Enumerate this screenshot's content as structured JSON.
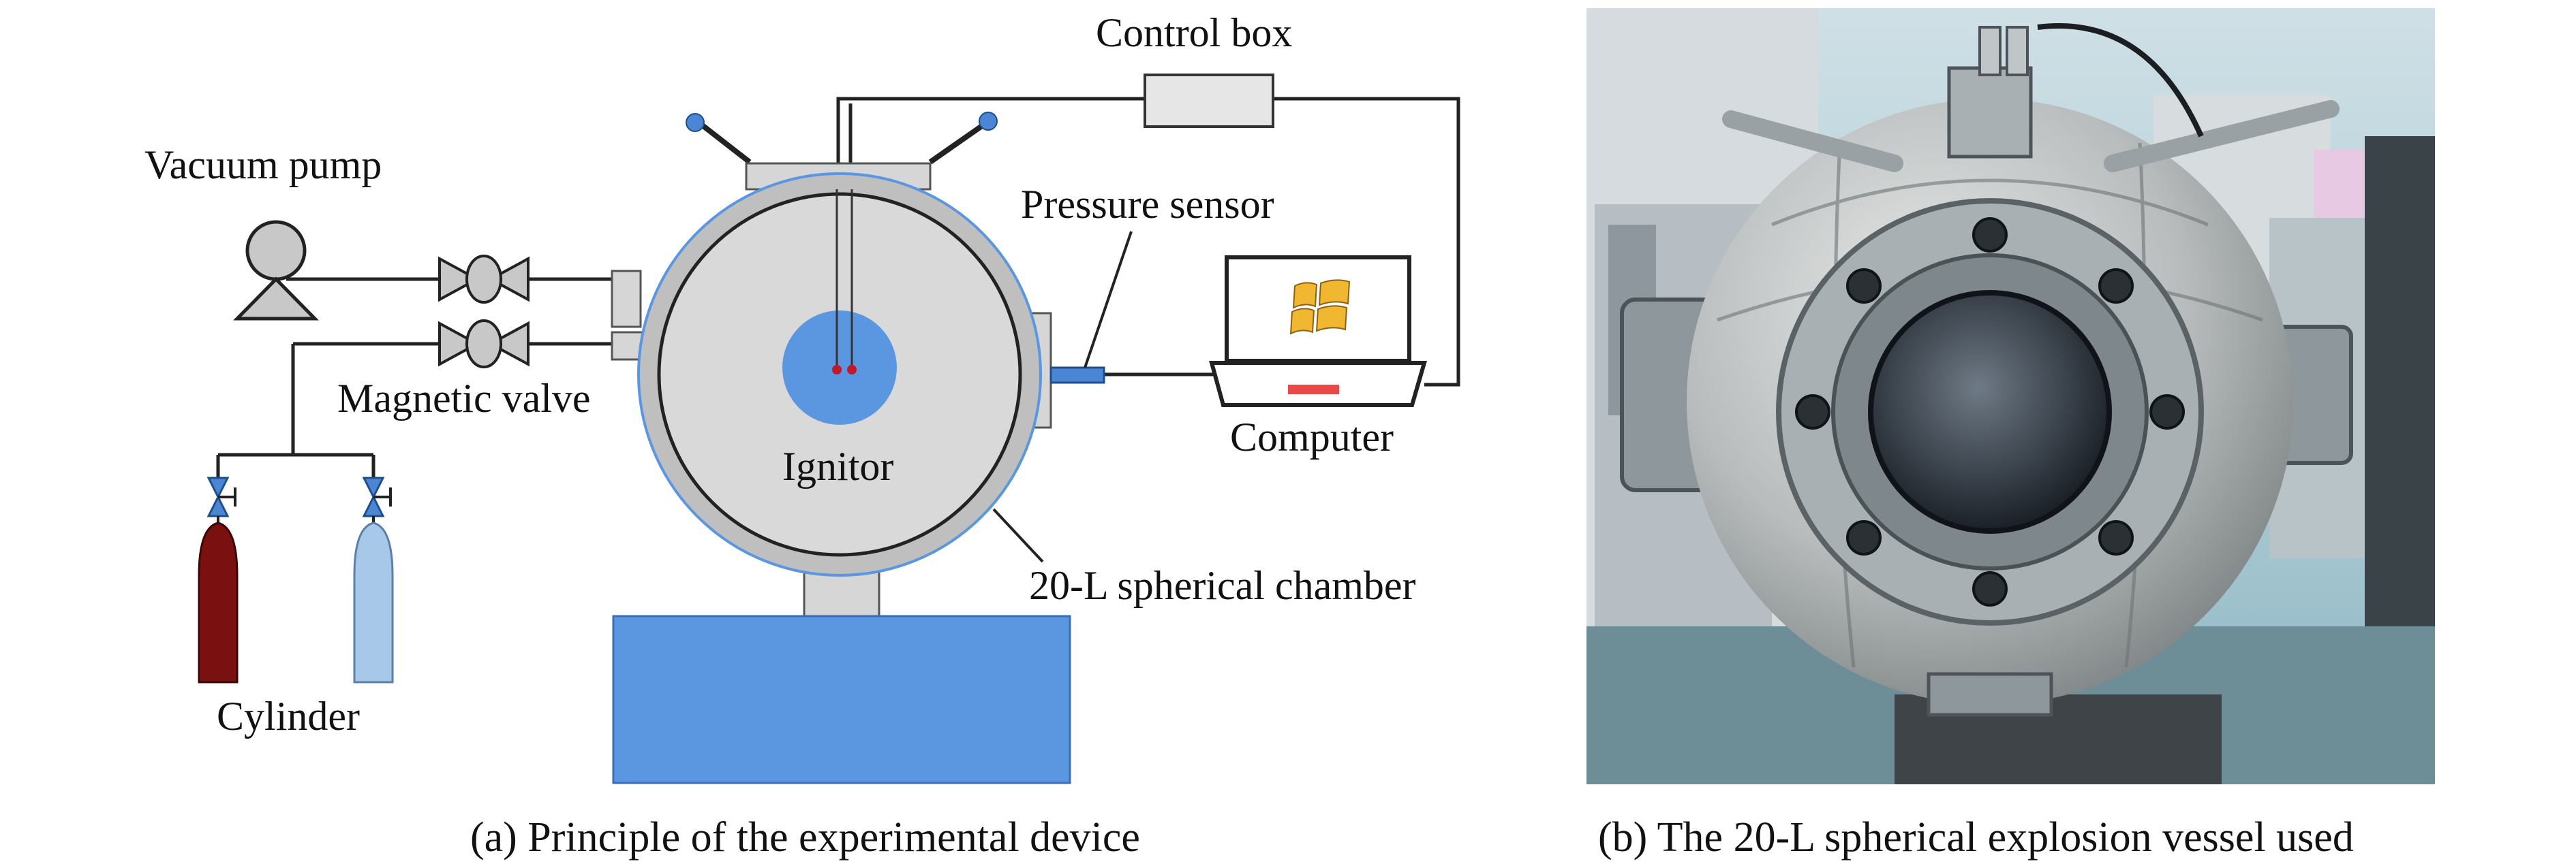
{
  "panel_a": {
    "labels": {
      "control_box": "Control box",
      "vacuum_pump": "Vacuum pump",
      "pressure_sensor": "Pressure sensor",
      "magnetic_valve": "Magnetic valve",
      "ignitor": "Ignitor",
      "computer": "Computer",
      "chamber": "20-L spherical chamber",
      "cylinder": "Cylinder"
    },
    "caption": "(a) Principle of the experimental device"
  },
  "panel_b": {
    "caption": "(b) The 20-L spherical explosion vessel used"
  },
  "colors": {
    "blue": "#5b97e0",
    "chamber_gray": "#d9d9d9",
    "cylinder_dark": "#7a1010",
    "cylinder_light": "#a8c8ea",
    "windows_logo": "#f2b730",
    "laptop_key": "#e84a4a"
  }
}
